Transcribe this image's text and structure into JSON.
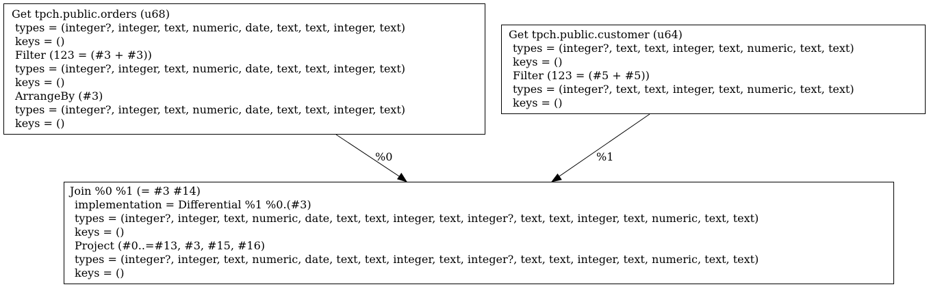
{
  "nodes": {
    "orders": {
      "lines": [
        "Get tpch.public.orders (u68)",
        "types = (integer?, integer, text, numeric, date, text, text, integer, text)",
        "keys = ()",
        "Filter (123 = (#3 + #3))",
        "types = (integer?, integer, text, numeric, date, text, text, integer, text)",
        "keys = ()",
        "ArrangeBy (#3)",
        "types = (integer?, integer, text, numeric, date, text, text, integer, text)",
        "keys = ()"
      ]
    },
    "customer": {
      "lines": [
        "Get tpch.public.customer (u64)",
        "types = (integer?, text, text, integer, text, numeric, text, text)",
        "keys = ()",
        "Filter (123 = (#5 + #5))",
        "types = (integer?, text, text, integer, text, numeric, text, text)",
        "keys = ()"
      ]
    },
    "join": {
      "lines": [
        "Join %0 %1 (= #3 #14)",
        "implementation = Differential %1 %0.(#3)",
        "types = (integer?, integer, text, numeric, date, text, text, integer, text, integer?, text, text, integer, text, numeric, text, text)",
        "keys = ()",
        "Project (#0..=#13, #3, #15, #16)",
        "types = (integer?, integer, text, numeric, date, text, text, integer, text, integer?, text, text, integer, text, numeric, text, text)",
        "keys = ()"
      ]
    }
  },
  "edges": {
    "orders_to_join": {
      "label": "%0"
    },
    "customer_to_join": {
      "label": "%1"
    }
  }
}
